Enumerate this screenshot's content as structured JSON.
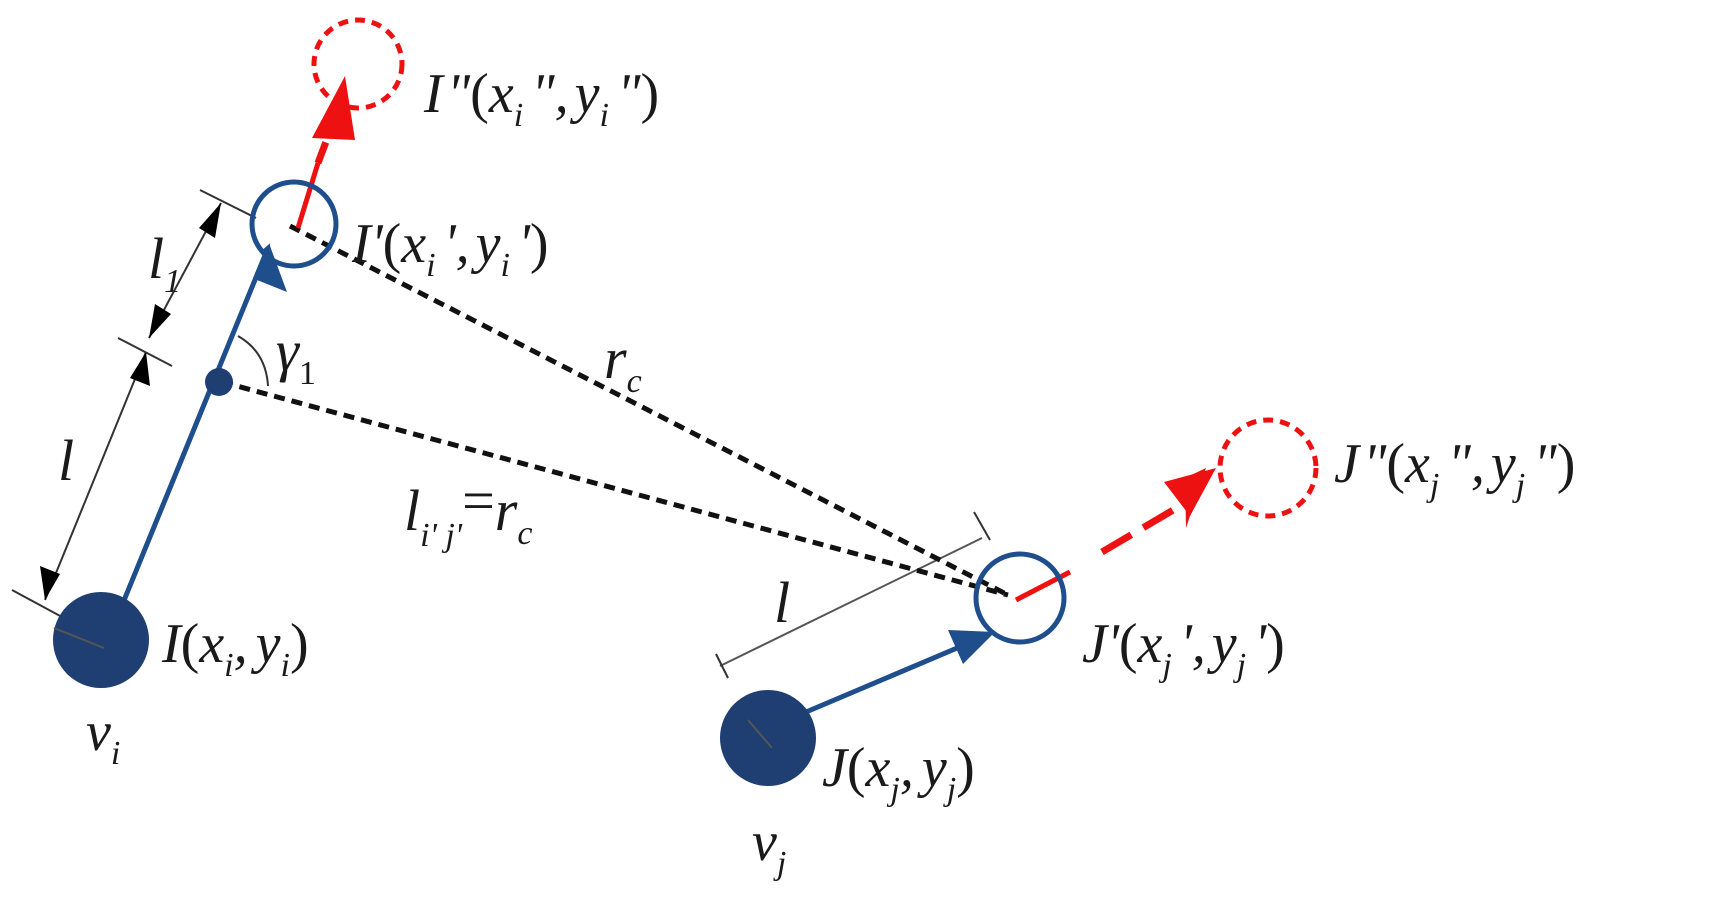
{
  "labels": {
    "I": {
      "name": "I",
      "open": "(",
      "x": "x",
      "x_sub": "i",
      "comma": ",",
      "y": "y",
      "y_sub": "i",
      "close": ")"
    },
    "I_prime": {
      "name": "I",
      "prime": "'",
      "open": "(",
      "x": "x",
      "x_sub": "i",
      "x_mark": "'",
      "comma": ",",
      "y": "y",
      "y_sub": "i",
      "y_mark": "'",
      "close": ")"
    },
    "I_dprime": {
      "name": "I",
      "prime": "\"",
      "open": "(",
      "x": "x",
      "x_sub": "i",
      "x_mark": "\"",
      "comma": ",",
      "y": "y",
      "y_sub": "i",
      "y_mark": "\"",
      "close": ")"
    },
    "J": {
      "name": "J",
      "open": "(",
      "x": "x",
      "x_sub": "j",
      "comma": ",",
      "y": "y",
      "y_sub": "j",
      "close": ")"
    },
    "J_prime": {
      "name": "J",
      "prime": "'",
      "open": "(",
      "x": "x",
      "x_sub": "j",
      "x_mark": "'",
      "comma": ",",
      "y": "y",
      "y_sub": "j",
      "y_mark": "'",
      "close": ")"
    },
    "J_dprime": {
      "name": "J",
      "prime": "\"",
      "open": "(",
      "x": "x",
      "x_sub": "j",
      "x_mark": "\"",
      "comma": ",",
      "y": "y",
      "y_sub": "j",
      "y_mark": "\"",
      "close": ")"
    },
    "v_i": {
      "base": "v",
      "sub": "i"
    },
    "v_j": {
      "base": "v",
      "sub": "j"
    },
    "l1": {
      "base": "l",
      "sub": "1"
    },
    "gamma1": {
      "base": "γ",
      "sub": "1"
    },
    "l_left": {
      "base": "l"
    },
    "l_right": {
      "base": "l"
    },
    "r_c": {
      "base": "r",
      "sub": "c"
    },
    "l_ij": {
      "base": "l",
      "sub": "i' j'",
      "eq": "=",
      "rhs": "r",
      "rhs_sub": "c"
    }
  },
  "colors": {
    "node": "#1f3f73",
    "trajectory": "#1f4e8c",
    "predicted": "#ee1111",
    "dashed_line": "#111111",
    "dimension": "#333333"
  }
}
